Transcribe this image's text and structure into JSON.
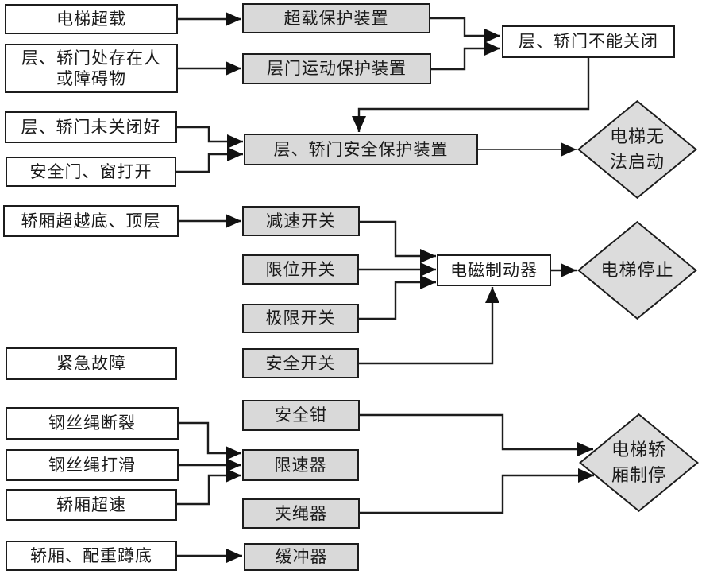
{
  "diagram": {
    "type": "flowchart",
    "subject": "elevator-safety-protection-system",
    "language": "zh-CN",
    "colors": {
      "background": "#ffffff",
      "cause_box_fill": "#ffffff",
      "device_box_fill": "#d9d9d9",
      "outcome_diamond_fill": "#dcdcdc",
      "border": "#1c1c1c",
      "line": "#1c1c1c"
    },
    "nodes": {
      "overload": {
        "label": "电梯超载",
        "kind": "cause"
      },
      "door_obstruction": {
        "label": "层、轿门处存在人或障碍物",
        "kind": "cause"
      },
      "door_not_closed": {
        "label": "层、轿门未关闭好",
        "kind": "cause"
      },
      "safety_door_open": {
        "label": "安全门、窗打开",
        "kind": "cause"
      },
      "over_travel": {
        "label": "轿厢超越底、顶层",
        "kind": "cause"
      },
      "emergency_fault": {
        "label": "紧急故障",
        "kind": "cause"
      },
      "rope_break": {
        "label": "钢丝绳断裂",
        "kind": "cause"
      },
      "rope_slip": {
        "label": "钢丝绳打滑",
        "kind": "cause"
      },
      "car_overspeed": {
        "label": "轿厢超速",
        "kind": "cause"
      },
      "car_bottoming": {
        "label": "轿厢、配重蹲底",
        "kind": "cause"
      },
      "overload_protection": {
        "label": "超载保护装置",
        "kind": "device"
      },
      "door_motion_protection": {
        "label": "层门运动保护装置",
        "kind": "device"
      },
      "door_safety_protection": {
        "label": "层、轿门安全保护装置",
        "kind": "device"
      },
      "decel_switch": {
        "label": "减速开关",
        "kind": "device"
      },
      "limit_switch": {
        "label": "限位开关",
        "kind": "device"
      },
      "final_limit_switch": {
        "label": "极限开关",
        "kind": "device"
      },
      "safety_switch": {
        "label": "安全开关",
        "kind": "device"
      },
      "safety_gear": {
        "label": "安全钳",
        "kind": "device"
      },
      "speed_governor": {
        "label": "限速器",
        "kind": "device"
      },
      "rope_gripper": {
        "label": "夹绳器",
        "kind": "device"
      },
      "buffer": {
        "label": "缓冲器",
        "kind": "device"
      },
      "doors_cannot_close": {
        "label": "层、轿门不能关闭",
        "kind": "state"
      },
      "electromagnetic_brake": {
        "label": "电磁制动器",
        "kind": "state"
      },
      "cannot_start": {
        "label": "电梯无法启动",
        "kind": "outcome"
      },
      "elevator_stops": {
        "label": "电梯停止",
        "kind": "outcome"
      },
      "car_braked": {
        "label": "电梯轿厢制停",
        "kind": "outcome"
      }
    },
    "edges": [
      {
        "from": "overload",
        "to": "overload_protection"
      },
      {
        "from": "door_obstruction",
        "to": "door_motion_protection"
      },
      {
        "from": "overload_protection",
        "to": "doors_cannot_close"
      },
      {
        "from": "door_motion_protection",
        "to": "doors_cannot_close"
      },
      {
        "from": "doors_cannot_close",
        "to": "door_safety_protection"
      },
      {
        "from": "door_not_closed",
        "to": "door_safety_protection"
      },
      {
        "from": "safety_door_open",
        "to": "door_safety_protection"
      },
      {
        "from": "door_safety_protection",
        "to": "cannot_start"
      },
      {
        "from": "over_travel",
        "to": "decel_switch"
      },
      {
        "from": "decel_switch",
        "to": "electromagnetic_brake"
      },
      {
        "from": "limit_switch",
        "to": "electromagnetic_brake"
      },
      {
        "from": "final_limit_switch",
        "to": "electromagnetic_brake"
      },
      {
        "from": "emergency_fault",
        "to": "safety_switch"
      },
      {
        "from": "safety_switch",
        "to": "electromagnetic_brake"
      },
      {
        "from": "electromagnetic_brake",
        "to": "elevator_stops"
      },
      {
        "from": "rope_break",
        "to": "speed_governor"
      },
      {
        "from": "rope_slip",
        "to": "speed_governor"
      },
      {
        "from": "car_overspeed",
        "to": "speed_governor"
      },
      {
        "from": "safety_gear",
        "to": "car_braked"
      },
      {
        "from": "rope_gripper",
        "to": "car_braked"
      },
      {
        "from": "car_bottoming",
        "to": "buffer"
      }
    ]
  }
}
